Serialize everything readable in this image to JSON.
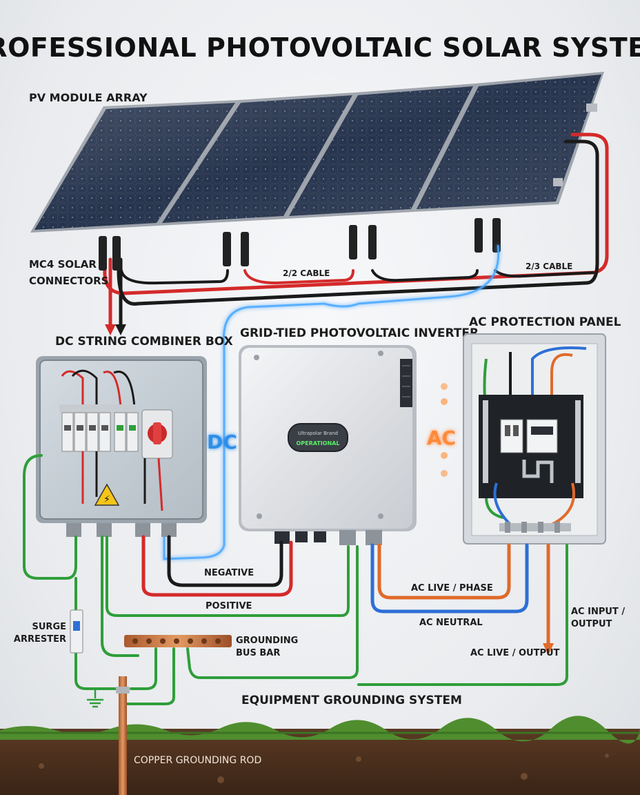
{
  "title": "PROFESSIONAL PHOTOVOLTAIC SOLAR SYSTEM",
  "labels": {
    "pv_array": "PV MODULE ARRAY",
    "mc4_line1": "MC4 SOLAR",
    "mc4_line2": "CONNECTORS",
    "cable_22": "2/2 CABLE",
    "cable_23": "2/3 CABLE",
    "combiner": "DC STRING COMBINER BOX",
    "inverter": "GRID-TIED PHOTOVOLTAIC INVERTER",
    "ac_panel": "AC PROTECTION PANEL",
    "dc": "DC",
    "ac": "AC",
    "negative": "NEGATIVE",
    "positive": "POSITIVE",
    "ac_live_phase": "AC LIVE / PHASE",
    "ac_neutral": "AC NEUTRAL",
    "ac_io_line1": "AC INPUT /",
    "ac_io_line2": "OUTPUT",
    "ac_live_output": "AC LIVE / OUTPUT",
    "surge_line1": "SURGE",
    "surge_line2": "ARRESTER",
    "bus_line1": "GROUNDING",
    "bus_line2": "BUS BAR",
    "equipment_grounding": "EQUIPMENT GROUNDING SYSTEM",
    "copper_rod": "COPPER GROUNDING ROD"
  },
  "inverter_display": {
    "brand": "Ultrapolar Brand",
    "status": "OPERATIONAL"
  },
  "colors": {
    "positive": "#d42a2a",
    "negative": "#1a1a1a",
    "ground": "#2e9e3a",
    "ac_live": "#e06a2a",
    "ac_neutral": "#2d6fd6",
    "dc_glow": "#4aa8ff",
    "ac_glow": "#ff8a3a"
  }
}
